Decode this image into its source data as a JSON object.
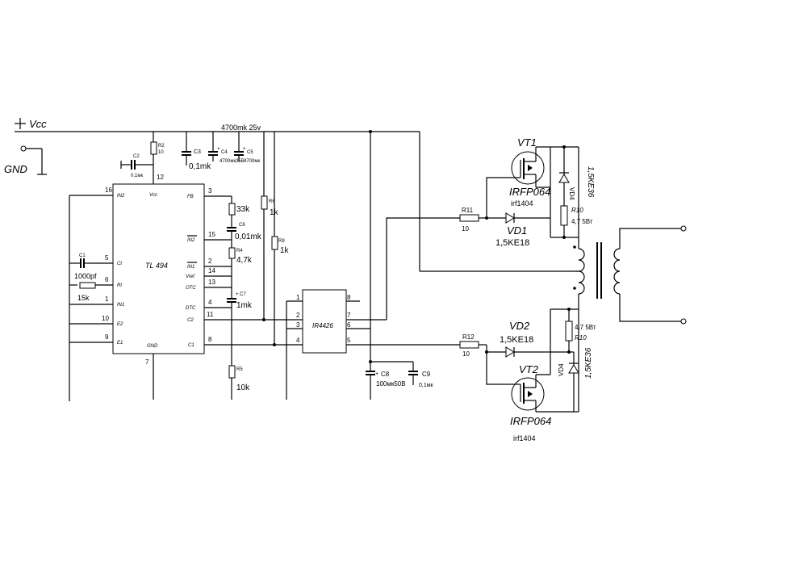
{
  "power": {
    "vcc": "Vcc",
    "gnd": "GND",
    "rail_note": "4700mk 25v"
  },
  "tl494": {
    "name": "TL 494",
    "top_pin": "12",
    "top_label": "Vcc",
    "bottom_pin": "7",
    "bottom_label": "GND",
    "left_pins": [
      {
        "num": "16",
        "label": "IN2"
      },
      {
        "num": "5",
        "label": "Ct"
      },
      {
        "num": "6",
        "label": "Rt"
      },
      {
        "num": "1",
        "label": "IN1"
      },
      {
        "num": "10",
        "label": "E2"
      },
      {
        "num": "9",
        "label": "E1"
      }
    ],
    "right_pins": [
      {
        "num": "3",
        "label": "FB"
      },
      {
        "num": "15",
        "label": "IN2"
      },
      {
        "num": "2",
        "label": "IN1"
      },
      {
        "num": "14",
        "label": "Vref"
      },
      {
        "num": "13",
        "label": "OTC"
      },
      {
        "num": "4",
        "label": "DTC"
      },
      {
        "num": "11",
        "label": "C2"
      },
      {
        "num": "8",
        "label": "C1"
      }
    ]
  },
  "ir4426": {
    "name": "IR4426",
    "left_pins": [
      "1",
      "2",
      "3",
      "4"
    ],
    "right_pins": [
      "8",
      "7",
      "6",
      "5"
    ]
  },
  "components": {
    "c2": {
      "ref": "C2",
      "value": "0,1мк"
    },
    "r2": {
      "ref": "R2",
      "value": "10"
    },
    "c3": {
      "ref": "C3",
      "value": "0,1mk"
    },
    "c4": {
      "ref": "C4",
      "value": "4700мк35В"
    },
    "c5": {
      "ref": "C5",
      "value": "4700мк"
    },
    "c1": {
      "ref": "C1",
      "value": "1000pf"
    },
    "rt": {
      "value": "15k"
    },
    "r3": {
      "value": "33k"
    },
    "c6": {
      "ref": "C6",
      "value": "0,01mk"
    },
    "r4": {
      "ref": "R4",
      "value": "4,7k"
    },
    "c7": {
      "ref": "C7",
      "value": "1mk"
    },
    "r5": {
      "ref": "R5",
      "value": "10k"
    },
    "r6": {
      "ref": "R6",
      "value": "1k"
    },
    "r9": {
      "ref": "R9",
      "value": "1k"
    },
    "c8": {
      "ref": "C8",
      "value": "100мк50В"
    },
    "c9": {
      "ref": "C9",
      "value": "0,1мк"
    },
    "r11": {
      "ref": "R11",
      "value": "10"
    },
    "r12": {
      "ref": "R12",
      "value": "10"
    }
  },
  "transistors": {
    "vt1": {
      "ref": "VT1",
      "part": "IRFP064",
      "alt": "irf1404"
    },
    "vt2": {
      "ref": "VT2",
      "part": "IRFP064",
      "alt": "irf1404"
    }
  },
  "diodes": {
    "vd1": {
      "ref": "VD1",
      "value": "1,5KE18"
    },
    "vd2": {
      "ref": "VD2",
      "value": "1,5KE18"
    },
    "vd4_top": {
      "ref": "VD4",
      "value": "1,5KE36"
    },
    "vd4_bot": {
      "ref": "VD4",
      "value": "1,5KE36"
    }
  },
  "snubbers": {
    "r10_top": {
      "ref": "R10",
      "value": "4,7 5Вт"
    },
    "r10_bot": {
      "ref": "R10",
      "value": "4,7 5Вт"
    }
  }
}
